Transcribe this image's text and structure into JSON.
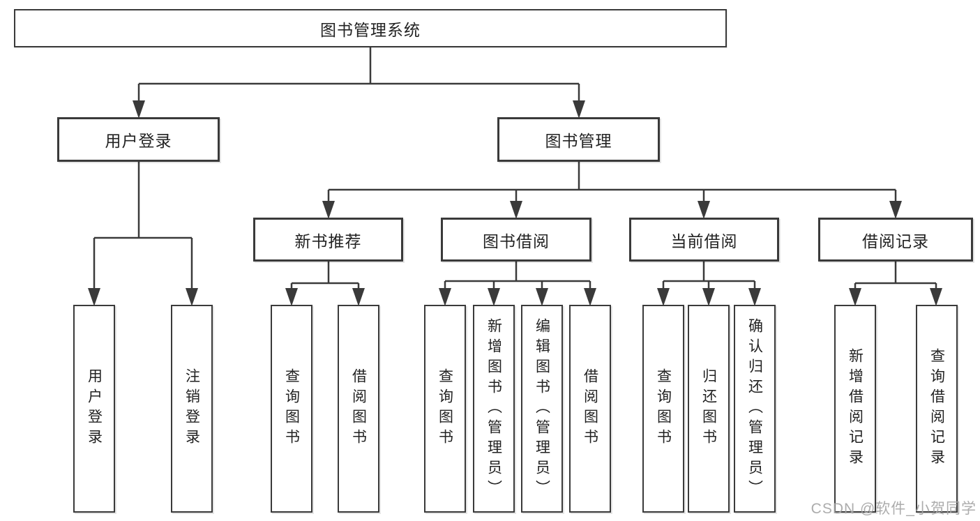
{
  "tree": {
    "root": "图书管理系统",
    "level2": {
      "user_login": "用户登录",
      "book_mgmt": "图书管理"
    },
    "level3": {
      "new_books": "新书推荐",
      "book_borrow": "图书借阅",
      "current_borrow": "当前借阅",
      "borrow_records": "借阅记录"
    },
    "leaves": {
      "user_login": [
        "用户登录",
        "注销登录"
      ],
      "new_books": [
        "查询图书",
        "借阅图书"
      ],
      "book_borrow": [
        "查询图书",
        "新增图书（管理员）",
        "编辑图书（管理员）",
        "借阅图书"
      ],
      "current_borrow": [
        "查询图书",
        "归还图书",
        "确认归还（管理员）"
      ],
      "borrow_records": [
        "新增借阅记录",
        "查询借阅记录"
      ]
    }
  },
  "watermark": {
    "text": "CSDN @软件_小贺同学"
  },
  "colors": {
    "line": "#3a3a3a",
    "box_border": "#3a3a3a",
    "text": "#222222",
    "watermark": "#a5a5a5",
    "background": "#ffffff"
  }
}
